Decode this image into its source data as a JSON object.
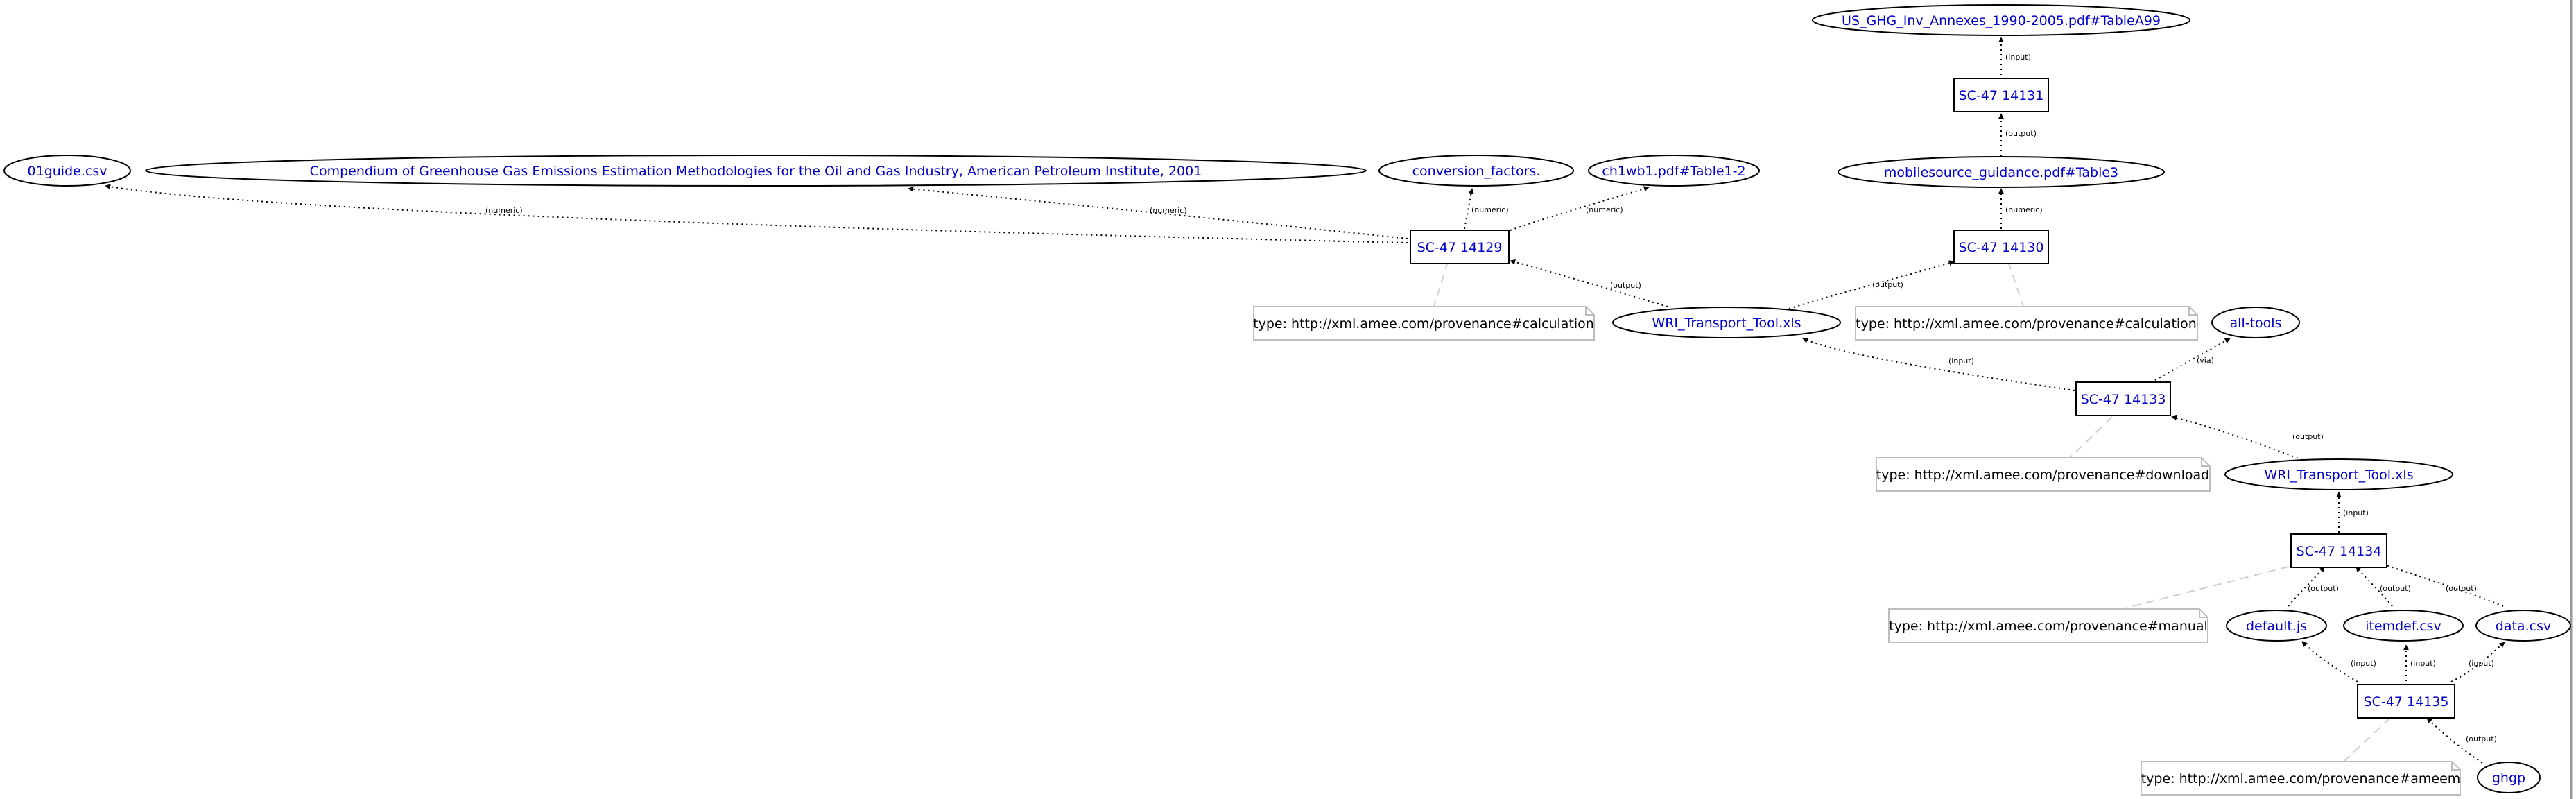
{
  "nodes": {
    "us_ghg": "US_GHG_Inv_Annexes_1990-2005.pdf#TableA99",
    "sc14131": "SC-47 14131",
    "mobilesource": "mobilesource_guidance.pdf#Table3",
    "sc14130": "SC-47 14130",
    "guide01": "01guide.csv",
    "compendium": "Compendium of Greenhouse Gas Emissions Estimation Methodologies for the Oil and Gas Industry, American Petroleum Institute, 2001",
    "conversion": "conversion_factors.",
    "ch1wb1": "ch1wb1.pdf#Table1-2",
    "sc14129": "SC-47 14129",
    "wri1": "WRI_Transport_Tool.xls",
    "alltools": "all-tools",
    "sc14133": "SC-47 14133",
    "wri2": "WRI_Transport_Tool.xls",
    "sc14134": "SC-47 14134",
    "defaultjs": "default.js",
    "itemdef": "itemdef.csv",
    "datacsv": "data.csv",
    "sc14135": "SC-47 14135",
    "ghgp": "ghgp"
  },
  "notes": {
    "calc1": "type: http://xml.amee.com/provenance#calculation",
    "calc2": "type: http://xml.amee.com/provenance#calculation",
    "download": "type: http://xml.amee.com/provenance#download",
    "manual": "type: http://xml.amee.com/provenance#manual",
    "ameem": "type: http://xml.amee.com/provenance#ameem"
  },
  "edges": {
    "input": "(input)",
    "output": "(output)",
    "numeric": "(numeric)",
    "via": "(via)"
  }
}
